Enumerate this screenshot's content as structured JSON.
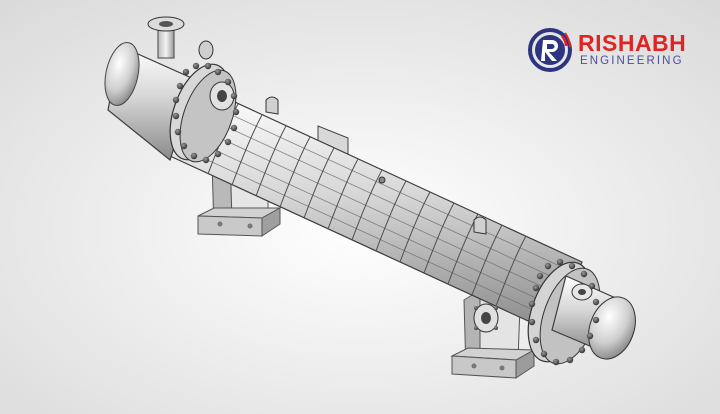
{
  "scene": {
    "subject": "shell-and-tube-heat-exchanger",
    "background_color": "#f4f4f4"
  },
  "logo": {
    "name": "RISHABH",
    "subtitle": "ENGINEERING",
    "name_color": "#e02424",
    "subtitle_color": "#4a4f9a",
    "mark_color": "#2e3580"
  }
}
